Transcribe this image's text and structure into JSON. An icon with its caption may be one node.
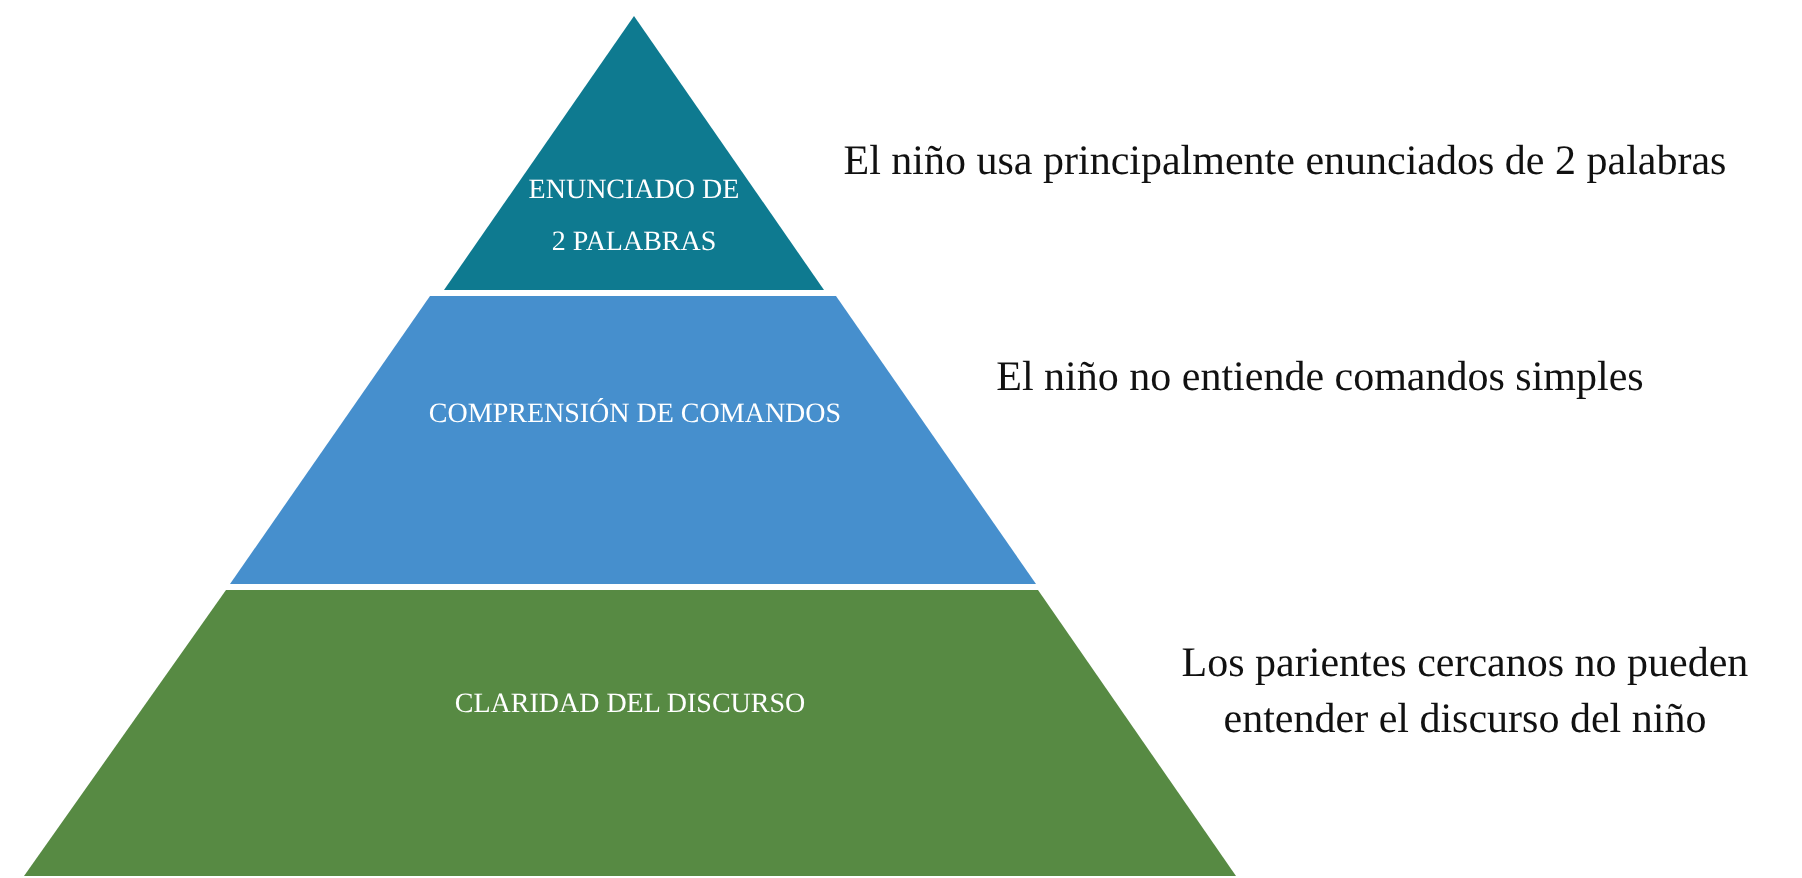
{
  "diagram": {
    "nodes": [
      {
        "text": [
          "ENUNCIADO DE 2 PALABRAS"
        ],
        "beside": [
          "El niño usa principalmente enunciados de 2 palabras"
        ]
      },
      {
        "text": [
          "COMPRENSIÓN DE COMANDOS"
        ],
        "beside": [
          "El niño no entiende comandos simples"
        ]
      },
      {
        "text": [
          "CLARIDAD DEL DISCURSO"
        ],
        "beside": [
          "Los parientes cercanos no pueden entender el discurso del niño"
        ]
      }
    ]
  }
}
